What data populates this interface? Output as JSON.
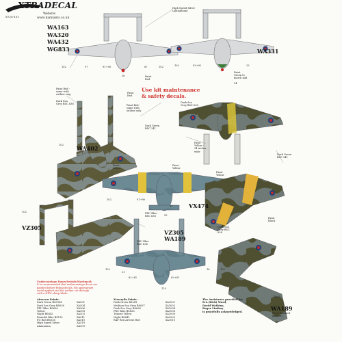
{
  "brand": {
    "name": "XTRADECAL",
    "code": "X72S-101"
  },
  "website": {
    "label": "Website",
    "url": "www.hannants.co.uk"
  },
  "serials_top_left": [
    "WA163",
    "WA320",
    "WA432",
    "WG833"
  ],
  "serial_wa331": "WA331",
  "warning": [
    "Use kit maintenance",
    "& safety decals."
  ],
  "serial_wa402": "WA402",
  "serial_vx474": "VX474",
  "serial_vz305": "VZ305",
  "serial_vz305_wa189": [
    "VZ305",
    "WA189"
  ],
  "serial_wa189": "WA189",
  "wa189_note": [
    "(Non-standard",
    "pattern)"
  ],
  "callouts": {
    "high_speed_silver": [
      "High Speed Silver",
      "(Aluminium)"
    ],
    "pale_green": [
      "Paint",
      "Green to",
      "match mid"
    ],
    "paint_red": [
      "Paint",
      "Red"
    ],
    "paint_red2": [
      "Paint",
      "Red"
    ],
    "paint_red_wa402": [
      "Paint Red -",
      "some with",
      "outline ring"
    ],
    "dark_sea_grey_402": [
      "Dark Sea",
      "Grey BSC 638"
    ],
    "paint_red_wheels": [
      "Paint Red -",
      "some with",
      "outline only"
    ],
    "dark_green_402": [
      "Dark Green",
      "BSC 241"
    ],
    "dark_sea_grey_r": [
      "Dark Sea",
      "Grey BSC 638"
    ],
    "paint_yellow": [
      "Paint",
      "Yellow -",
      "24 inches",
      "wide"
    ],
    "dark_green_r": [
      "Dark Green",
      "BSC 241"
    ],
    "paint_yellow2": [
      "Paint",
      "Yellow"
    ],
    "paint_yellow3": [
      "Paint",
      "Yellow"
    ],
    "prc_blue": [
      "PRU Blue",
      "BSC 636"
    ],
    "paint_yellow4": [
      "Paint",
      "Yellow"
    ],
    "prc_blue2": [
      "PRU Blue",
      "BSC 636"
    ],
    "dark_sea_grey_b": [
      "Dark Sea",
      "Grey BSC",
      "638"
    ],
    "paint_black": [
      "Paint",
      "Black"
    ],
    "black": "Black"
  },
  "numbers": {
    "n102": "102",
    "n97": "97",
    "n9190": "91+90",
    "n87": "87",
    "n26": "26",
    "n9392": "93+92",
    "n23": "23",
    "n54": "54",
    "n57": "57",
    "n55": "55",
    "n7": "7",
    "n9190b": "91+90",
    "n21": "21",
    "n8281": "82+81",
    "n8281b": "82+81",
    "n16": "16",
    "n110": "110"
  },
  "notes_title": "Undercarriage Doors/Serials/Markmark",
  "notes_body": [
    "It is recommended that undercarriage doors are",
    "painted before fitting decals, the appropriate",
    "serial applied and the outline cut through",
    "with a NEW sharp blade."
  ],
  "paints_left": {
    "title": "Airscrew Paints:",
    "items": [
      {
        "name": "Dark Green BSC241",
        "code": "XA501"
      },
      {
        "name": "Dark Sea Grey BS638",
        "code": "XA504"
      },
      {
        "name": "PRU Blue BS636",
        "code": "XA506"
      },
      {
        "name": "Yellow",
        "code": "XA508"
      },
      {
        "name": "Night BS642",
        "code": "XA503"
      },
      {
        "name": "Roundel Blue BS110",
        "code": "XA511"
      },
      {
        "name": "FO Red BS536",
        "code": "XA510"
      },
      {
        "name": "High Speed Silver",
        "code": "XA519"
      },
      {
        "name": "Aluminium",
        "code": "XA509"
      }
    ]
  },
  "paints_mid": {
    "title": "Xtracrylix Paints:",
    "items": [
      {
        "name": "Dark Green BS241",
        "code": "XA1001"
      },
      {
        "name": "Medium Sea Grey BS637",
        "code": "XA1002"
      },
      {
        "name": "Dark Sea Grey BS638",
        "code": "XA1004"
      },
      {
        "name": "PRU Blue BS636",
        "code": "XA1006"
      },
      {
        "name": "Trainer Yellow",
        "code": "XA1008"
      },
      {
        "name": "Night BS642",
        "code": "XA1003"
      },
      {
        "name": "RAF Red Arrows Red",
        "code": "XA1010"
      }
    ]
  },
  "ack": [
    "The Assistance provided by:",
    "R.L.(Rick) Ward,",
    "David Watkins,",
    "Roger Lindsay",
    "is gratefully acknowledged."
  ]
}
